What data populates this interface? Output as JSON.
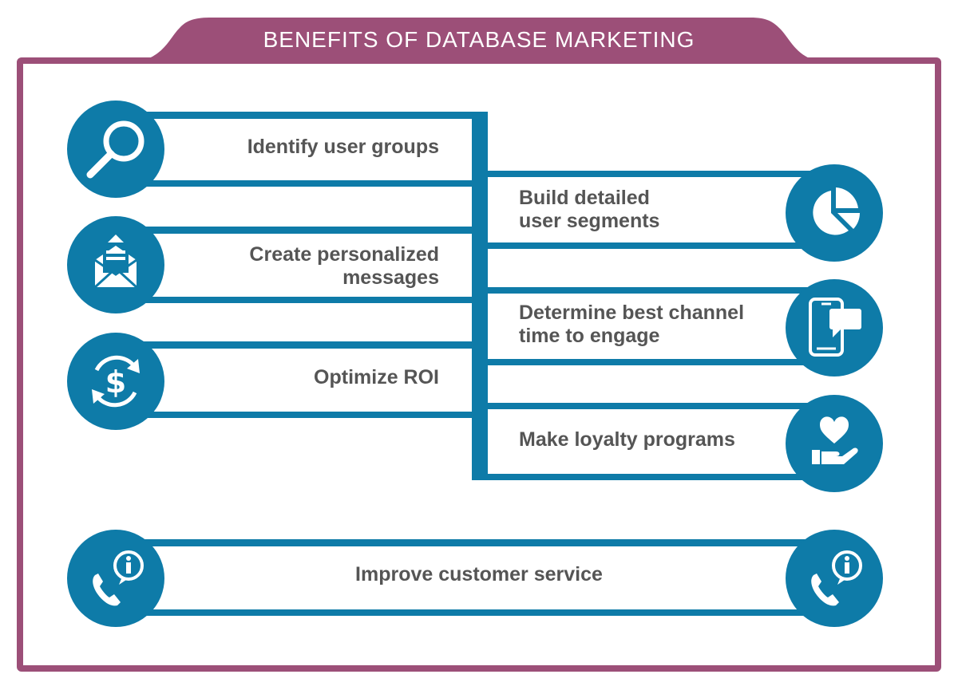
{
  "title": "BENEFITS OF DATABASE MARKETING",
  "benefits": {
    "identify": "Identify user groups",
    "segments": [
      "Build detailed",
      "user segments"
    ],
    "personalized": [
      "Create personalized",
      "messages"
    ],
    "channel": [
      "Determine best channel",
      "time to engage"
    ],
    "roi": "Optimize ROI",
    "loyalty": "Make loyalty programs",
    "service": "Improve customer service"
  },
  "icons": {
    "identify": "magnifier-icon",
    "segments": "pie-chart-icon",
    "personalized": "envelope-icon",
    "channel": "phone-chat-icon",
    "roi": "dollar-cycle-icon",
    "loyalty": "heart-hand-icon",
    "service_left": "phone-info-icon",
    "service_right": "phone-info-icon"
  },
  "colors": {
    "frame": "#9C4F78",
    "accent": "#0E7BA8",
    "text": "#555555"
  }
}
